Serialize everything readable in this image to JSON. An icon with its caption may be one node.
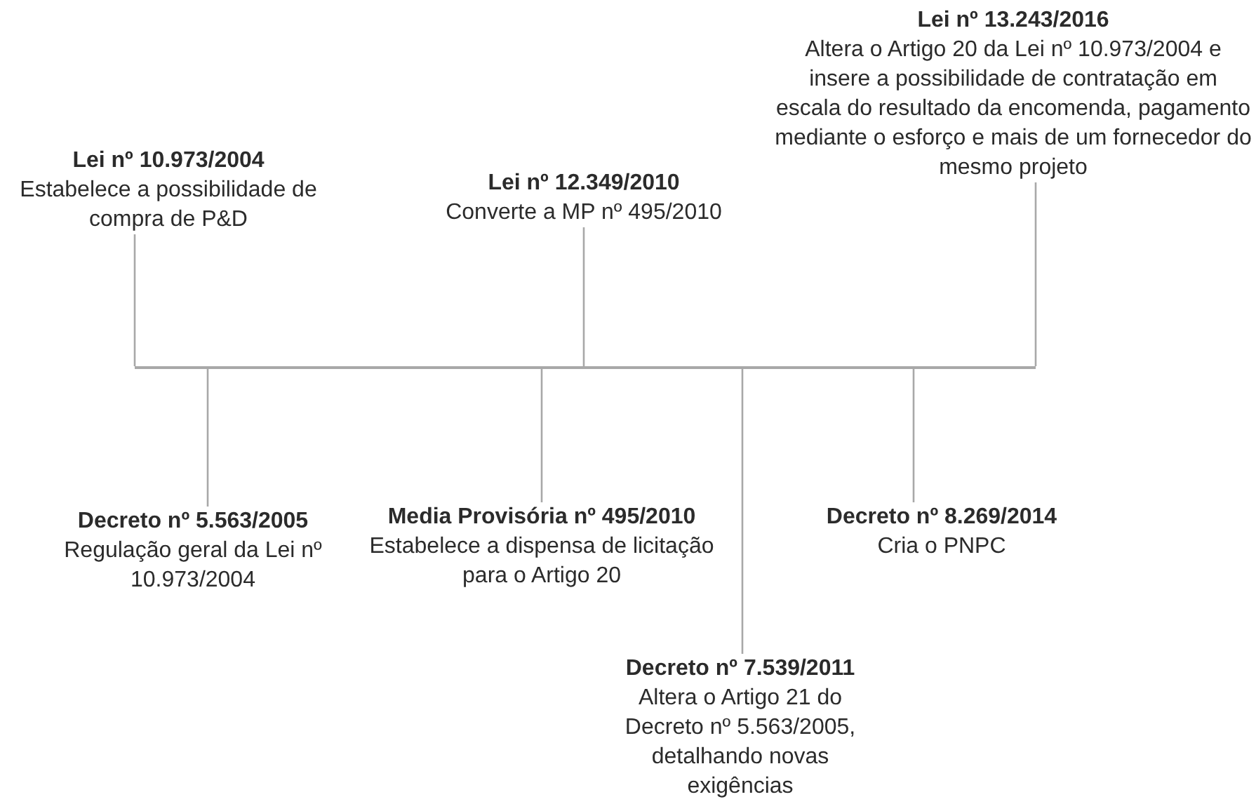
{
  "diagram": {
    "nodes": [
      {
        "text": [
          "Lei nº 13.243/2016",
          "Altera o Artigo 20 da Lei nº 10.973/2004 e insere a possibilidade de contratação em escala do resultado da encomenda, pagamento mediante o esforço e mais de um fornecedor do mesmo projeto"
        ]
      },
      {
        "text": [
          "Lei nº 10.973/2004",
          "Estabelece a possibilidade de compra de P&D"
        ]
      },
      {
        "text": [
          "Lei nº 12.349/2010",
          "Converte a MP nº 495/2010"
        ]
      },
      {
        "text": [],
        "shape": "bar"
      },
      {
        "text": [
          "Decreto nº 5.563/2005",
          "Regulação geral da Lei nº 10.973/2004"
        ]
      },
      {
        "text": [
          "Media Provisória nº 495/2010",
          "Estabelece a dispensa de licitação para o Artigo 20"
        ]
      },
      {
        "text": [
          "Decreto nº 8.269/2014",
          "Cria o PNPC"
        ]
      },
      {
        "text": [
          "Decreto nº 7.539/2011",
          "Altera o Artigo 21 do Decreto nº 5.563/2005, detalhando novas exigências"
        ]
      }
    ],
    "edges": [
      {
        "from": 1,
        "to": 3,
        "arrow": "none"
      },
      {
        "from": 2,
        "to": 3,
        "arrow": "none"
      },
      {
        "from": 0,
        "to": 3,
        "arrow": "none"
      },
      {
        "from": 4,
        "to": 3,
        "arrow": "none"
      },
      {
        "from": 5,
        "to": 3,
        "arrow": "none"
      },
      {
        "from": 7,
        "to": 3,
        "arrow": "none"
      },
      {
        "from": 6,
        "to": 3,
        "arrow": "none"
      }
    ]
  }
}
